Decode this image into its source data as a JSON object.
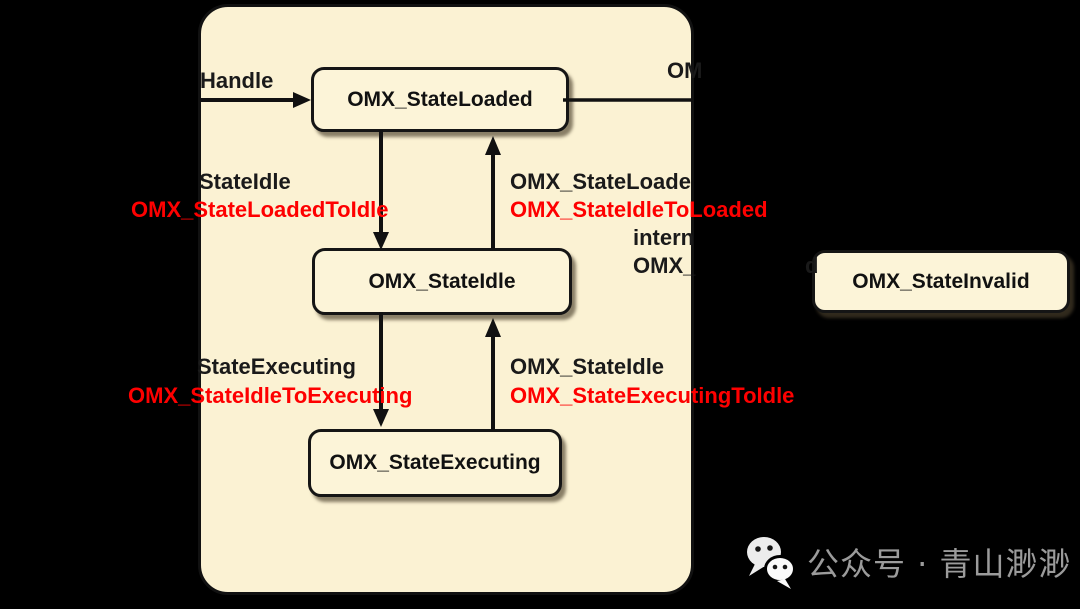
{
  "colors": {
    "background": "#000000",
    "panel_fill": "#fbf2d3",
    "box_fill": "#fcf4d8",
    "outline": "#151515",
    "text": "#1a1a1a",
    "transition_red": "#fe0000",
    "watermark_gray": "#9b9b9b"
  },
  "diagram": {
    "states": [
      {
        "id": "loaded",
        "label": "OMX_StateLoaded"
      },
      {
        "id": "idle",
        "label": "OMX_StateIdle"
      },
      {
        "id": "executing",
        "label": "OMX_StateExecuting"
      },
      {
        "id": "invalid",
        "label": "OMX_StateInvalid"
      }
    ],
    "labels": {
      "handle": "Handle",
      "loaded_out_clipped": "OM",
      "cmd_state_idle": "StateIdle",
      "transition_loaded_to_idle": "OMX_StateLoadedToIdle",
      "cmd_state_loaded_clipped": "OMX_StateLoade",
      "transition_idle_to_loaded": "OMX_StateIdleToLoaded",
      "internal_clipped_line1": "intern",
      "internal_clipped_line2": "OMX_",
      "internal_clipped_tail": "d",
      "cmd_state_executing": "StateExecuting",
      "transition_idle_to_executing": "OMX_StateIdleToExecuting",
      "cmd_state_idle_return": "OMX_StateIdle",
      "transition_executing_to_idle": "OMX_StateExecutingToIdle"
    }
  },
  "watermark": {
    "icon": "wechat-icon",
    "text": "公众号 · 青山渺渺"
  }
}
